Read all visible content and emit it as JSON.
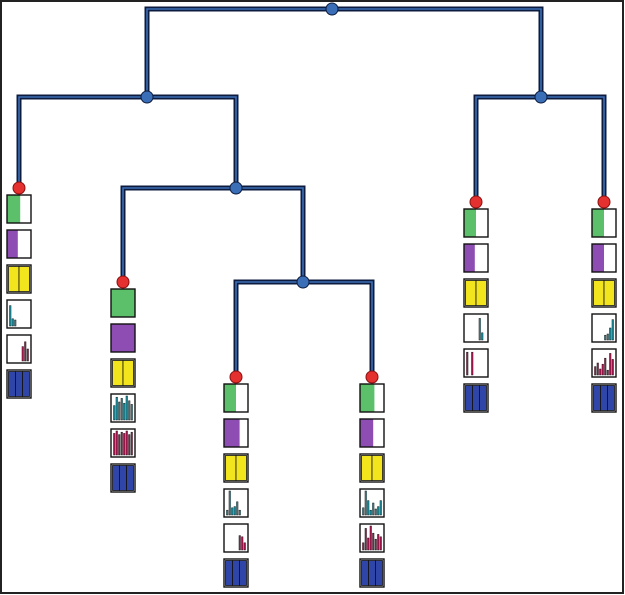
{
  "colors": {
    "background": "#ffffff",
    "frame": "#222222",
    "edge_outer": "#0d1b3e",
    "edge_inner": "#3d6fb6",
    "internal_node": "#3a6fb8",
    "leaf_node": "#e53030",
    "green": "#5cbf6a",
    "purple": "#8e4db3",
    "yellow": "#f2e51d",
    "teal": "#1f9fb0",
    "magenta": "#c2185b",
    "blue": "#2f46a8"
  },
  "tree": {
    "root": "n_root",
    "internal_nodes": [
      "n_root",
      "n_left",
      "n_right",
      "n_mid",
      "n_low"
    ],
    "leaf_nodes": [
      "leaf_1",
      "leaf_2",
      "leaf_3",
      "leaf_4",
      "leaf_5",
      "leaf_6"
    ],
    "edges": [
      [
        "n_root",
        "n_left"
      ],
      [
        "n_root",
        "n_right"
      ],
      [
        "n_left",
        "leaf_1"
      ],
      [
        "n_left",
        "n_mid"
      ],
      [
        "n_mid",
        "leaf_2"
      ],
      [
        "n_mid",
        "n_low"
      ],
      [
        "n_low",
        "leaf_3"
      ],
      [
        "n_low",
        "leaf_4"
      ],
      [
        "n_right",
        "leaf_5"
      ],
      [
        "n_right",
        "leaf_6"
      ]
    ]
  },
  "glyph_rows": [
    "green-fill",
    "purple-fill",
    "yellow-bars",
    "teal-histogram",
    "magenta-histogram",
    "blue-bars"
  ],
  "leaves": [
    {
      "id": "leaf_1",
      "green_fill": 0.55,
      "purple_fill": 0.45,
      "yellow_bars": [
        1,
        1
      ],
      "teal_bars": [
        0.85,
        0.3,
        0.25,
        0,
        0,
        0,
        0,
        0
      ],
      "magenta_bars": [
        0,
        0,
        0,
        0,
        0,
        0.6,
        0.8,
        0.5
      ],
      "blue_bars": [
        1,
        1,
        1
      ]
    },
    {
      "id": "leaf_2",
      "green_fill": 1.0,
      "purple_fill": 1.0,
      "yellow_bars": [
        1,
        1
      ],
      "teal_bars": [
        0.6,
        0.95,
        0.75,
        0.9,
        0.7,
        1.0,
        0.8,
        0.65
      ],
      "magenta_bars": [
        0.9,
        1.0,
        0.85,
        0.95,
        0.9,
        1.0,
        0.85,
        0.95
      ],
      "blue_bars": [
        1,
        1,
        1
      ]
    },
    {
      "id": "leaf_3",
      "green_fill": 0.5,
      "purple_fill": 0.65,
      "yellow_bars": [
        1,
        1
      ],
      "teal_bars": [
        0.2,
        1.0,
        0.3,
        0.35,
        0.55,
        0.2,
        0,
        0
      ],
      "magenta_bars": [
        0,
        0,
        0,
        0,
        0,
        0.6,
        0.55,
        0.3
      ],
      "blue_bars": [
        1,
        1,
        1
      ]
    },
    {
      "id": "leaf_4",
      "green_fill": 0.6,
      "purple_fill": 0.55,
      "yellow_bars": [
        1,
        1
      ],
      "teal_bars": [
        0.3,
        1.0,
        0.6,
        0.2,
        0.5,
        0.25,
        0.35,
        0.6
      ],
      "magenta_bars": [
        0.3,
        0.9,
        0.5,
        1.0,
        0.7,
        0.45,
        0.65,
        0.55
      ],
      "blue_bars": [
        1,
        1,
        1
      ]
    },
    {
      "id": "leaf_5",
      "green_fill": 0.5,
      "purple_fill": 0.45,
      "yellow_bars": [
        1,
        1
      ],
      "teal_bars": [
        0,
        0,
        0,
        0,
        0,
        0.9,
        0.3,
        0
      ],
      "magenta_bars": [
        0.95,
        0,
        0.95,
        0,
        0,
        0,
        0,
        0
      ],
      "blue_bars": [
        1,
        1,
        1
      ]
    },
    {
      "id": "leaf_6",
      "green_fill": 0.5,
      "purple_fill": 0.5,
      "yellow_bars": [
        1,
        1
      ],
      "teal_bars": [
        0,
        0,
        0,
        0,
        0.2,
        0.25,
        0.5,
        0.85
      ],
      "magenta_bars": [
        0.35,
        0.5,
        0.25,
        0.45,
        0.7,
        0.2,
        0.9,
        0.65
      ],
      "blue_bars": [
        1,
        1,
        1
      ]
    }
  ]
}
